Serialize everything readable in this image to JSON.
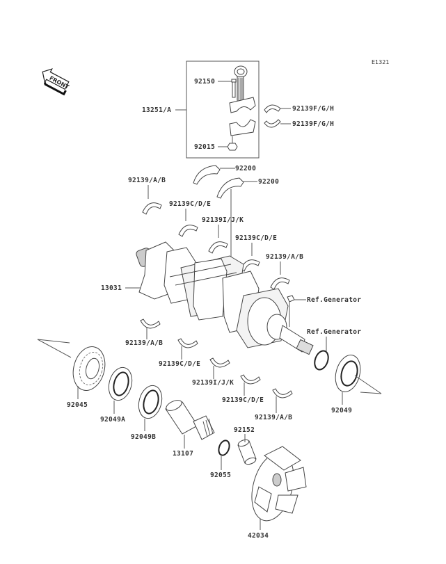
{
  "diagram": {
    "code": "E1321",
    "front_label": "FRONT",
    "labels": {
      "conrod_assy": "13251/A",
      "conrod_bolt": "92150",
      "conrod_nut": "92015",
      "conrod_bearing_1": "92139F/G/H",
      "conrod_bearing_2": "92139F/G/H",
      "thrust_1": "92200",
      "thrust_2": "92200",
      "upper_ab_left": "92139/A/B",
      "upper_cde_left": "92139C/D/E",
      "upper_ijk": "92139I/J/K",
      "upper_cde_right": "92139C/D/E",
      "upper_ab_right": "92139/A/B",
      "crankshaft": "13031",
      "ref_generator_1": "Ref.Generator",
      "ref_generator_2": "Ref.Generator",
      "lower_ab_left": "92139/A/B",
      "lower_cde_left": "92139C/D/E",
      "lower_ijk": "92139I/J/K",
      "lower_cde_right": "92139C/D/E",
      "lower_ab_right": "92139/A/B",
      "bearing": "92045",
      "seal_a": "92049A",
      "seal_b": "92049B",
      "seal_right": "92049",
      "coupling_shaft": "13107",
      "o_ring": "92055",
      "collar": "92152",
      "coupling": "42034"
    }
  }
}
